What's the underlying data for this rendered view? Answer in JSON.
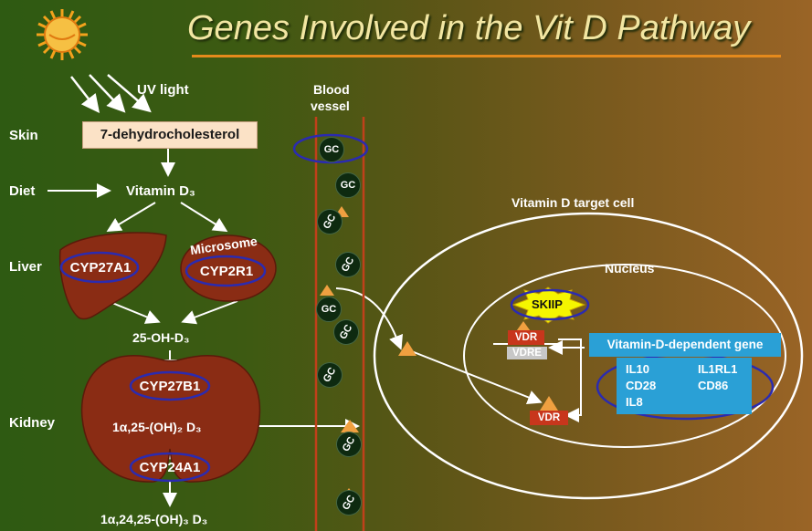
{
  "title": "Genes Involved in the Vit D Pathway",
  "skin_section": {
    "uv_label": "UV light",
    "row_labels": {
      "skin": "Skin",
      "diet": "Diet",
      "liver": "Liver",
      "kidney": "Kidney"
    },
    "precursor": "7-dehydrocholesterol",
    "vitamin_d3": "Vitamin D₃"
  },
  "liver_section": {
    "cyp27a1": "CYP27A1",
    "cyp2r1": "CYP2R1",
    "microsome": "Microsome",
    "product": "25-OH-D₃"
  },
  "kidney_section": {
    "cyp27b1": "CYP27B1",
    "active": "1α,25-(OH)₂ D₃",
    "cyp24a1": "CYP24A1",
    "catabolite": "1α,24,25-(OH)₃ D₃"
  },
  "blood_vessel": {
    "label_line1": "Blood",
    "label_line2": "vessel",
    "gc": "GC"
  },
  "target_cell": {
    "cell_label": "Vitamin D target cell",
    "nucleus_label": "Nucleus",
    "skiip": "SKIIP",
    "vdr": "VDR",
    "vdre": "VDRE",
    "gene_header": "Vitamin-D-dependent gene",
    "genes": [
      "IL10",
      "IL1RL1",
      "CD28",
      "CD86",
      "IL8"
    ]
  },
  "colors": {
    "title": "#f2e6a2",
    "accent_orange": "#e58a1c",
    "highlight_oval": "#2b2bb0",
    "organ": "#8a2c14",
    "gene_box": "#2aa0d6"
  }
}
